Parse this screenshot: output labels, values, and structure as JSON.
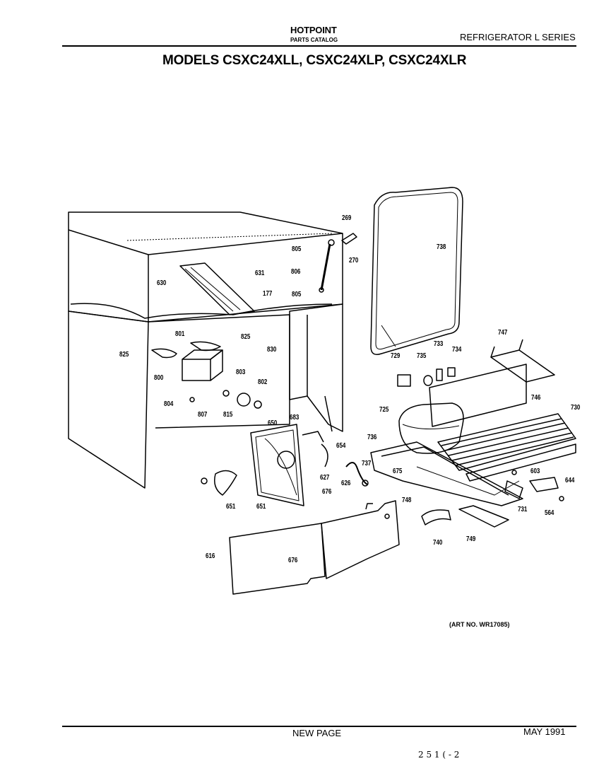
{
  "header": {
    "brand": "HOTPOINT",
    "catalog": "PARTS CATALOG",
    "series": "REFRIGERATOR L SERIES",
    "title": "MODELS CSXC24XLL, CSXC24XLP, CSXC24XLR"
  },
  "diagram": {
    "callouts": [
      "269",
      "805",
      "270",
      "806",
      "631",
      "630",
      "177",
      "805",
      "738",
      "825",
      "801",
      "825",
      "830",
      "800",
      "803",
      "802",
      "804",
      "807",
      "815",
      "747",
      "729",
      "735",
      "733",
      "734",
      "746",
      "725",
      "730",
      "683",
      "650",
      "654",
      "736",
      "627",
      "626",
      "737",
      "675",
      "676",
      "603",
      "644",
      "651",
      "651",
      "748",
      "731",
      "564",
      "740",
      "749",
      "616",
      "676"
    ]
  },
  "art_number": "(ART NO. WR17085)",
  "footer": {
    "left": "NEW PAGE",
    "right": "MAY 1991",
    "handwritten": "2 5 1 ( - 2"
  }
}
